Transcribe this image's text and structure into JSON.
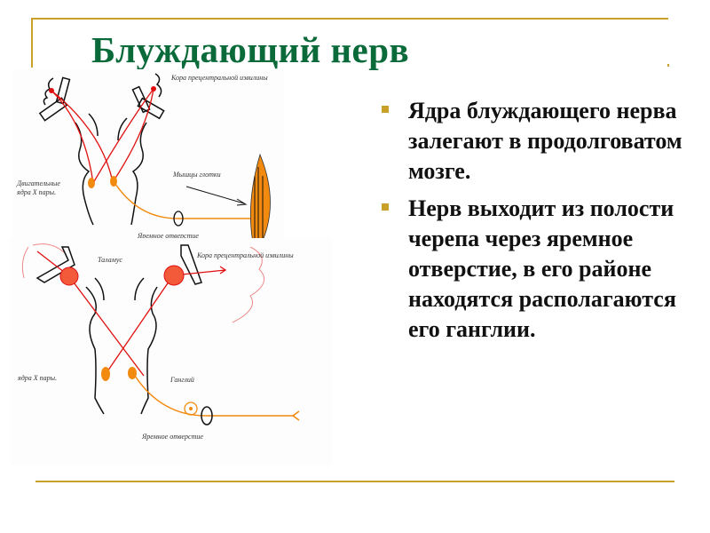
{
  "slide": {
    "title": "Блуждающий нерв",
    "bullets": [
      "Ядра блуждающего нерва залегают в продолговатом мозге.",
      "Нерв выходит из полости черепа через яремное отверстие, в его районе находятся располагаются его ганглии."
    ],
    "accent_color": "#c8a02a",
    "title_color": "#0a6a3a"
  },
  "figure_top": {
    "labels": {
      "cortex": "Кора прецентральной извилины",
      "motor_nuclei_1": "Двигательные",
      "motor_nuclei_2": "ядра  X пары.",
      "pharynx_muscles": "Мышцы глотки",
      "jugular_foramen": "Яремное отверстие"
    }
  },
  "figure_bottom": {
    "labels": {
      "thalamus": "Таламус",
      "cortex": "Кора прецентральной извилины",
      "nuclei": "ядра  X пары.",
      "ganglion": "Ганглий",
      "jugular_foramen": "Яремное отверстие"
    }
  }
}
